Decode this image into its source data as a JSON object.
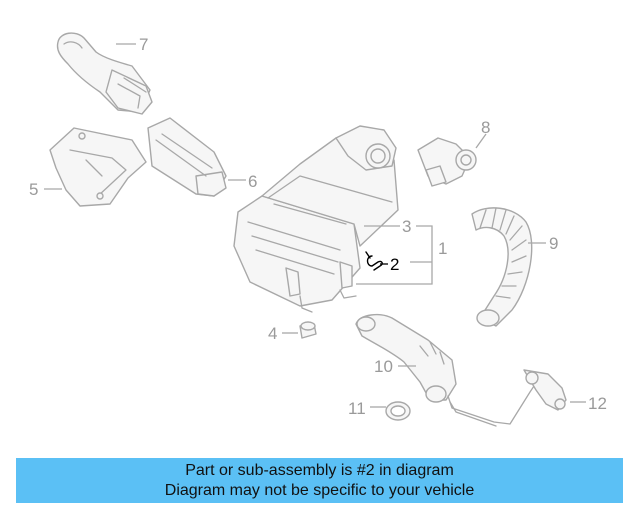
{
  "callouts": {
    "c1": "1",
    "c2": "2",
    "c3": "3",
    "c4": "4",
    "c5": "5",
    "c6": "6",
    "c7": "7",
    "c8": "8",
    "c9": "9",
    "c10": "10",
    "c11": "11",
    "c12": "12"
  },
  "highlighted_part": "2",
  "colors": {
    "banner_bg": "#5bc0f5",
    "line_art": "#a8a8a8",
    "highlight": "#000000"
  },
  "banner": {
    "line1": "Part or sub-assembly is #2 in diagram",
    "line2": "Diagram may not be specific to your vehicle"
  }
}
